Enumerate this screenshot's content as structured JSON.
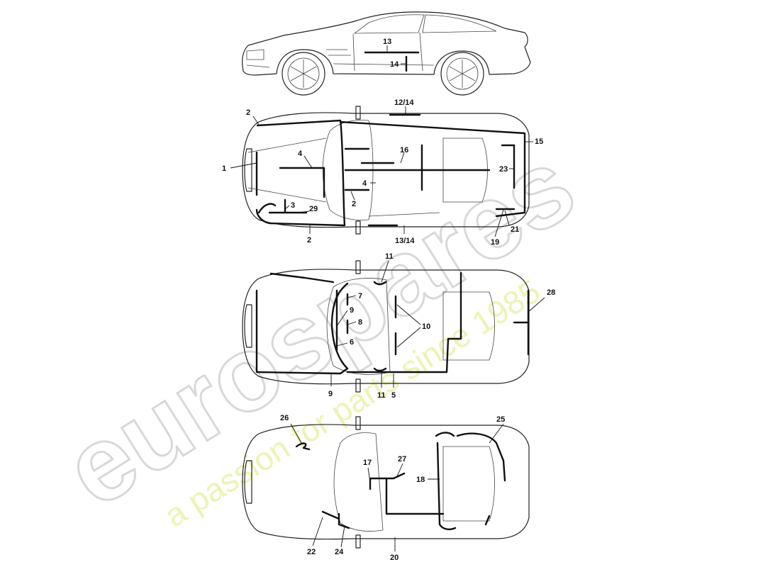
{
  "watermark": {
    "brand": "eurospares",
    "tagline": "a passion for parts since 1985"
  },
  "labels": {
    "side": [
      "13",
      "14"
    ],
    "view1": [
      "2",
      "12/14",
      "15",
      "1",
      "4",
      "16",
      "4",
      "23",
      "2",
      "3",
      "29",
      "2",
      "21",
      "19",
      "13/14"
    ],
    "view2": [
      "11",
      "28",
      "7",
      "9",
      "10",
      "8",
      "6",
      "9",
      "11",
      "5"
    ],
    "view3": [
      "26",
      "25",
      "27",
      "17",
      "18",
      "22",
      "24",
      "20"
    ]
  },
  "colors": {
    "watermark_grey": "#d8d8d8",
    "watermark_yellow": "#e9ef9c",
    "line": "#111111"
  }
}
